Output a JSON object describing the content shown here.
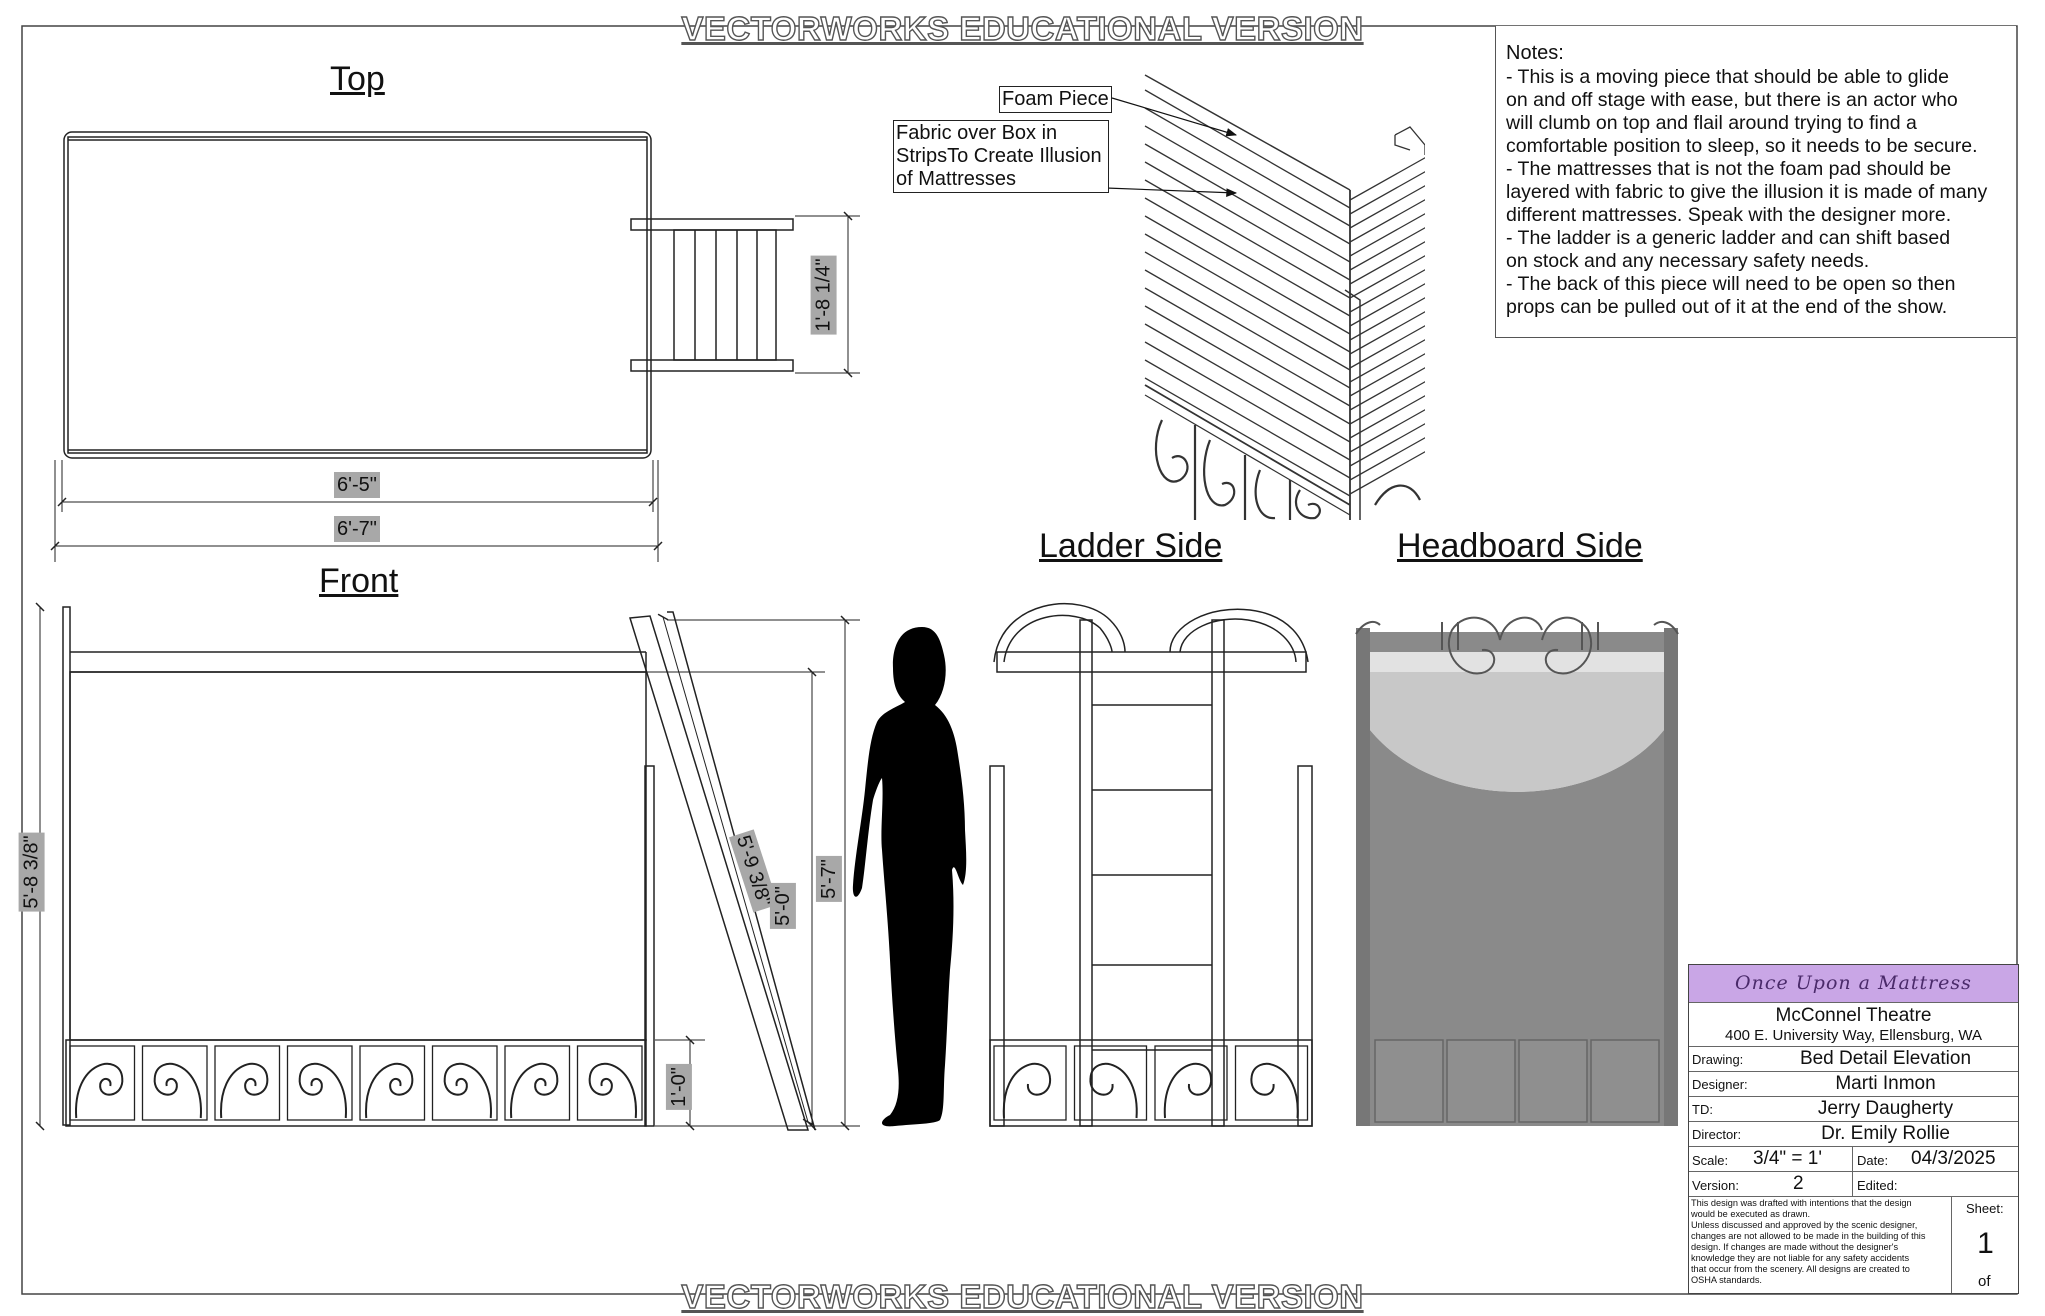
{
  "watermark": {
    "text": "VECTORWORKS EDUCATIONAL VERSION"
  },
  "views": {
    "top": "Top",
    "front": "Front",
    "ladder_side": "Ladder Side",
    "headboard_side": "Headboard Side"
  },
  "dimensions": {
    "top_inner_width": "6'-5\"",
    "top_outer_width": "6'-7\"",
    "ladder_width": "1'-8 1/4\"",
    "front_total_height": "5'-8 3/8\"",
    "ladder_length": "5'-9 3/8\"",
    "mattress_height": "5'-0\"",
    "overall_height": "5'-7\"",
    "base_height": "1'-0\""
  },
  "callouts": {
    "foam": "Foam Piece",
    "fabric_lines": [
      "Fabric over Box in",
      "StripsTo Create Illusion",
      "of Mattresses"
    ]
  },
  "notes": {
    "title": "Notes:",
    "lines": [
      "- This is a moving piece that should be able to glide",
      "on and off stage with ease, but there is an actor who",
      "will clumb on top and flail around trying to find a",
      "comfortable position to sleep, so it needs to be secure.",
      "- The mattresses that is not the foam pad should be",
      "layered with fabric to give the illusion it is made of many",
      "different mattresses. Speak with the designer more.",
      "- The ladder is a generic ladder and can shift based",
      "on stock and any necessary safety needs.",
      "- The back of this piece will need to be open so then",
      "props can be pulled out of it at the end of the show."
    ]
  },
  "title_block": {
    "show": "Once Upon a Mattress",
    "venue": "McConnel Theatre",
    "address": "400 E. University Way, Ellensburg, WA",
    "drawing_label": "Drawing:",
    "drawing": "Bed Detail Elevation",
    "designer_label": "Designer:",
    "designer": "Marti Inmon",
    "td_label": "TD:",
    "td": "Jerry Daugherty",
    "director_label": "Director:",
    "director": "Dr. Emily Rollie",
    "scale_label": "Scale:",
    "scale": "3/4\" = 1'",
    "date_label": "Date:",
    "date": "04/3/2025",
    "version_label": "Version:",
    "version": "2",
    "edited_label": "Edited:",
    "edited": "",
    "disclaimer_lines": [
      "This design was drafted with intentions that the design",
      "would be executed as drawn.",
      "Unless discussed and approved by the scenic designer,",
      "changes are not allowed to be made in the building of this",
      "design. If changes are made without the designer's",
      "knowledge they are not liable for any safety accidents",
      "that occur from the scenery. All designs are created to",
      "OSHA standards."
    ],
    "sheet_label": "Sheet:",
    "sheet": "1",
    "of_label": "of"
  }
}
